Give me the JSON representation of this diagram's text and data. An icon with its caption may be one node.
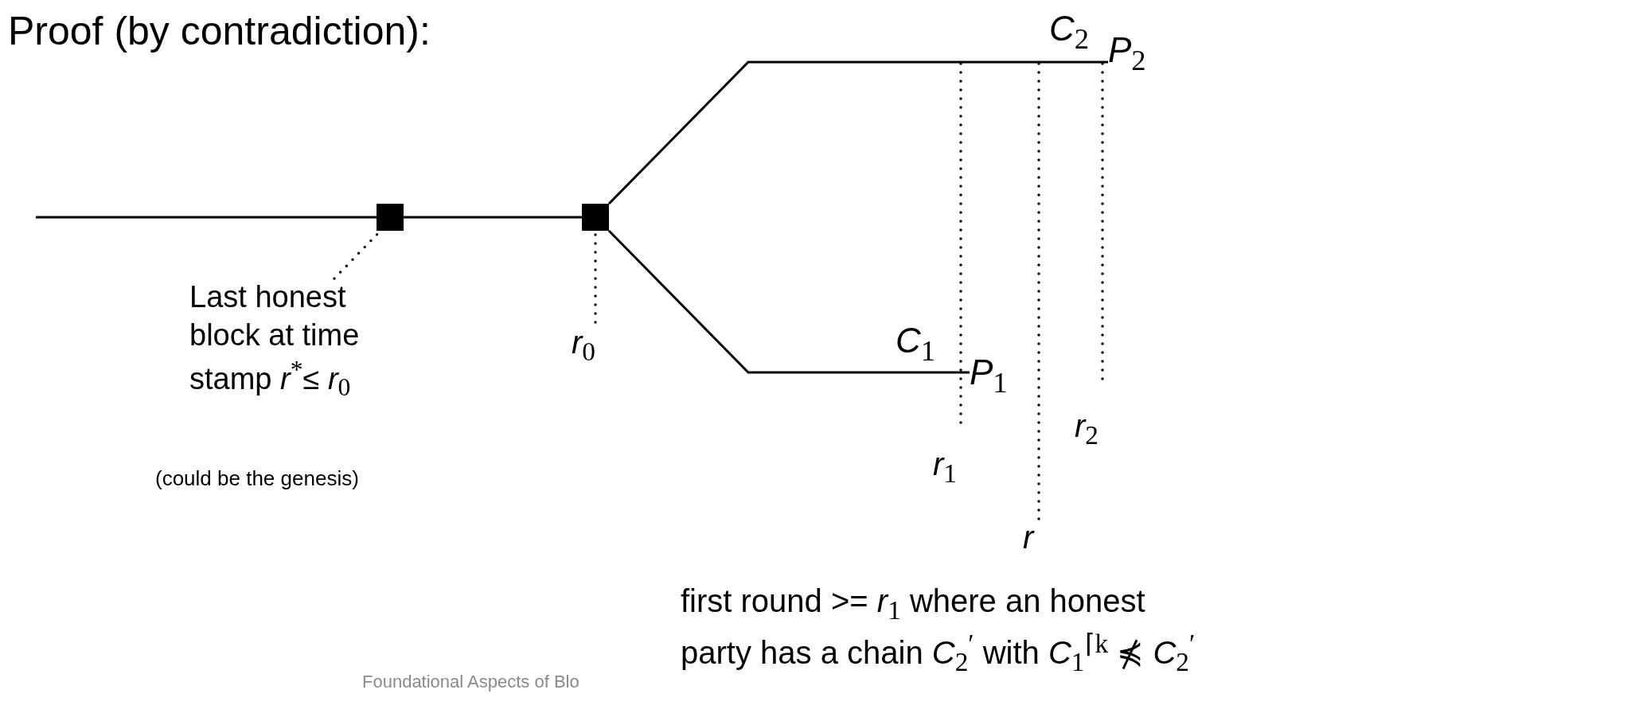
{
  "diagram": {
    "title": "Proof (by contradiction):",
    "nodes": [
      {
        "text": [
          "Last honest block at time stamp *r*$^{*}$≤ *r*$_{0}$"
        ]
      },
      {
        "text": [],
        "shape": "box"
      },
      {
        "text": [],
        "shape": "box"
      },
      {
        "text": [
          "*r*$_{0}$"
        ]
      },
      {
        "text": [
          "*P*$_{2}$"
        ]
      },
      {
        "text": [
          "*P*$_{1}$"
        ]
      }
    ],
    "edges": [
      {
        "from": null,
        "to": 1,
        "arrow": "none"
      },
      {
        "from": 1,
        "to": 2,
        "arrow": "none"
      },
      {
        "from": 2,
        "to": 4,
        "arrow": "none"
      },
      {
        "from": 2,
        "to": 5,
        "arrow": "none"
      },
      {
        "from": 0,
        "to": 1,
        "arrow": "none",
        "style": "dashed"
      },
      {
        "from": 3,
        "to": 2,
        "arrow": "none",
        "style": "dashed"
      }
    ],
    "labels": [
      "*C*$_{2}$",
      "*C*$_{1}$",
      "*r*$_{2}$",
      "*r*$_{1}$",
      "(could be the genesis)",
      "*r*",
      "first round >= *r*$_{1}$ where an honest party has a chain *C*$_{2}$$^{′}$ with *C*$_{1}$$^{⌈k}$ ⋠ *C*$_{2}$$^{′}$",
      "Foundational Aspects of Blo"
    ]
  }
}
